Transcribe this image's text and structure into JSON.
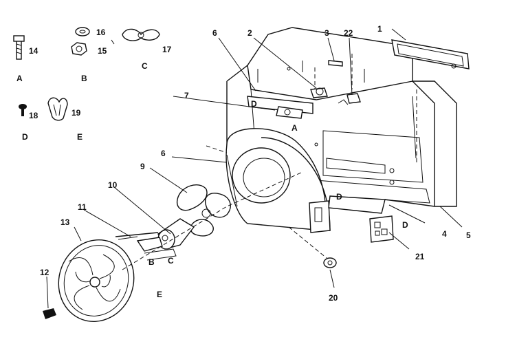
{
  "parts": {
    "p1": "1",
    "p2": "2",
    "p3": "3",
    "p4": "4",
    "p5": "5",
    "p6a": "6",
    "p6b": "6",
    "p7": "7",
    "p9": "9",
    "p10": "10",
    "p11": "11",
    "p12": "12",
    "p13": "13",
    "p14": "14",
    "p15": "15",
    "p16": "16",
    "p17": "17",
    "p18": "18",
    "p19": "19",
    "p20": "20",
    "p21": "21",
    "p22": "22"
  },
  "letters": {
    "a1": "A",
    "b1": "B",
    "c1": "C",
    "d1": "D",
    "e1": "E",
    "d_bracket": "D",
    "a_bracket": "A",
    "d_plate": "D",
    "d_front": "D",
    "b_motor": "B",
    "c_motor": "C",
    "e_motor": "E"
  },
  "colors": {
    "ink": "#111111",
    "paper": "#ffffff"
  }
}
